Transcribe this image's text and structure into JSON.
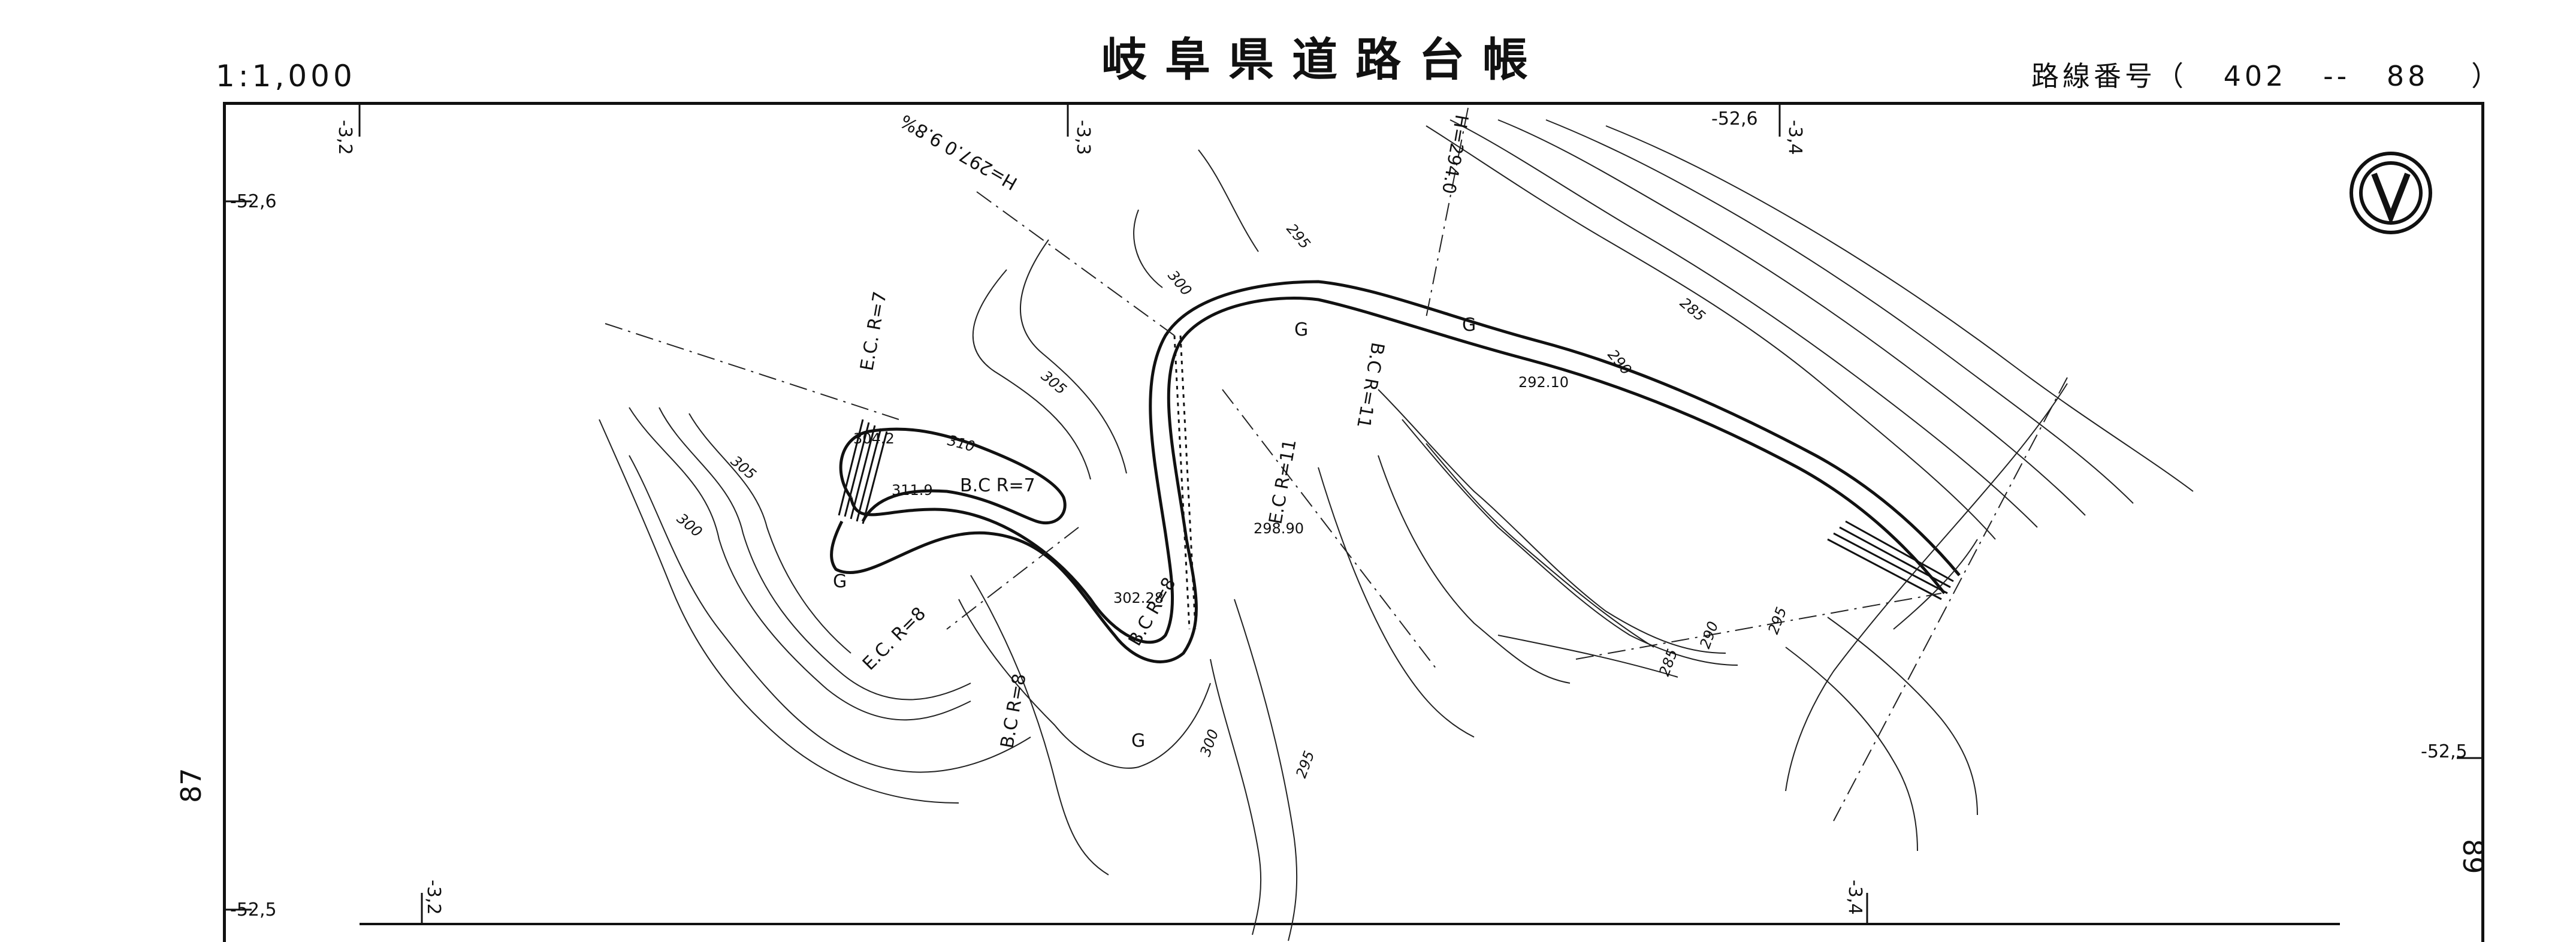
{
  "header": {
    "scale": "1:1,000",
    "title": "岐阜県道路台帳",
    "route_label": "路線番号（",
    "route_number_a": "402",
    "route_dash": "--",
    "route_number_b": "88",
    "route_close": "）"
  },
  "coordinates": {
    "top": [
      "-3,2",
      "-3,3",
      "-3,4"
    ],
    "bottom": [
      "-3,2",
      "-3,4"
    ],
    "top_right_y": "-52,6",
    "left_top_y": "-52,6",
    "left_bottom_y": "-52,5",
    "right_y": "-52,5"
  },
  "sheets": {
    "left": "87",
    "right": "89"
  },
  "map": {
    "contour_labels": [
      "305",
      "300",
      "310",
      "305",
      "300",
      "295",
      "300",
      "295",
      "290",
      "285",
      "295",
      "290",
      "285"
    ],
    "spot_heights": [
      "304.2",
      "311.9",
      "302.28",
      "298.90",
      "292.10"
    ],
    "curve_labels": [
      "E.C. R=7",
      "B.C R=7",
      "E.C. R=8",
      "B.C R=8",
      "B.C R=8",
      "B.C R=11",
      "E.C R=11",
      "H=297.0 9.8%",
      "H=294.0"
    ],
    "symbols": [
      "G",
      "G",
      "G",
      "G"
    ],
    "north_icon": "north-arrow-icon"
  }
}
